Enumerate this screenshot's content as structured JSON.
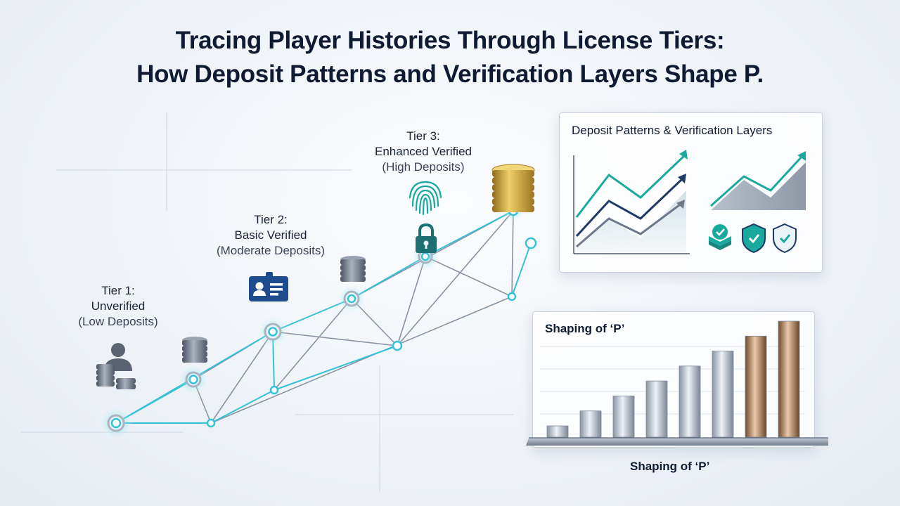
{
  "title": {
    "line1": "Tracing Player Histories Through License Tiers:",
    "line2": "How Deposit Patterns and Verification Layers Shape P."
  },
  "tiers": [
    {
      "name_line1": "Tier 1:",
      "name_line2": "Unverified",
      "sub": "(Low Deposits)",
      "icon": "user-icon"
    },
    {
      "name_line1": "Tier 2:",
      "name_line2": "Basic Verified",
      "sub": "(Moderate Deposits)",
      "icon": "id-card-icon"
    },
    {
      "name_line1": "Tier 3:",
      "name_line2": "Enhanced Verified",
      "sub": "(High Deposits)",
      "icon": "fingerprint-icon"
    }
  ],
  "deposit_panel": {
    "title": "Deposit Patterns & Verification Layers",
    "badges": [
      "stack-check-icon",
      "shield-check-icon",
      "shield-outline-check-icon"
    ]
  },
  "shaping_panel": {
    "title": "Shaping of ‘P’",
    "bottom_label": "Shaping of ‘P’",
    "bar_levels": [
      1,
      2,
      3,
      4,
      5,
      6,
      7,
      8
    ]
  },
  "colors": {
    "teal": "#1aa99f",
    "navy": "#1d3a66",
    "glow": "#4fd6e6",
    "gold": "#c9982a"
  }
}
